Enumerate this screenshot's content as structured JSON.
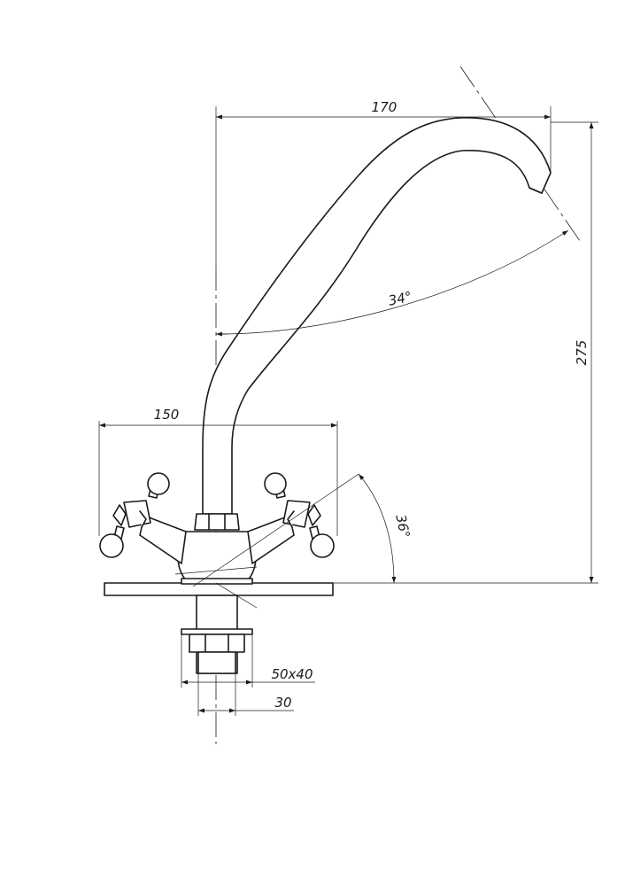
{
  "dimensions": {
    "spout_reach": "170",
    "total_height": "275",
    "spout_angle": "34°",
    "handle_span": "150",
    "handle_angle": "36°",
    "shank_size": "50x40",
    "shank_diameter": "30"
  },
  "colors": {
    "line": "#1a1a1a",
    "background": "#ffffff"
  }
}
